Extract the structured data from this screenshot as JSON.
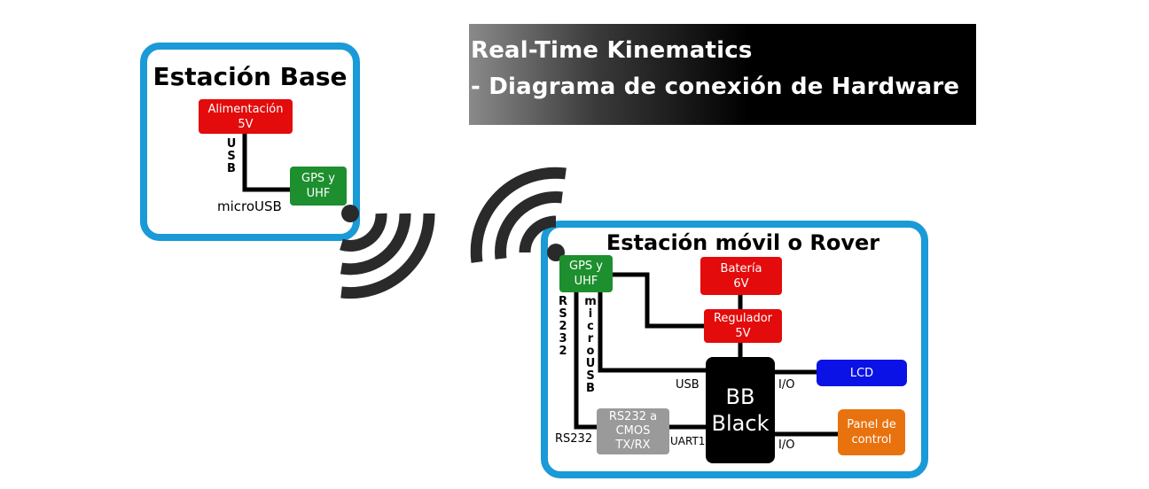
{
  "title": {
    "line1": "Real-Time Kinematics",
    "line2": "- Diagrama de conexión de Hardware"
  },
  "base": {
    "title": "Estación Base",
    "power": "Alimentación\n5V",
    "gps": "GPS y\nUHF",
    "usb_vertical": "USB",
    "micro_usb": "microUSB"
  },
  "rover": {
    "title": "Estación móvil o Rover",
    "gps": "GPS y\nUHF",
    "battery": "Batería\n6V",
    "regulator": "Regulador\n5V",
    "bbb": "BB\nBlack",
    "lcd": "LCD",
    "panel": "Panel de\ncontrol",
    "converter": "RS232 a\nCMOS\nTX/RX",
    "rs232_vertical": "RS232",
    "micro_usb_vertical": "microUSB",
    "usb_label": "USB",
    "io_top": "I/O",
    "io_bottom": "I/O",
    "rs232_label": "RS232",
    "uart_label": "UART1"
  },
  "colors": {
    "frame": "#1a9ad6",
    "red": "#e30b0b",
    "green": "#1d8f2e",
    "blue": "#0a12e6",
    "orange": "#e8720e",
    "gray": "#9a9a9a",
    "wave": "#2a2a2a"
  },
  "icons": {
    "base_antenna": "wireless-signal-icon",
    "rover_antenna": "wireless-signal-icon"
  }
}
